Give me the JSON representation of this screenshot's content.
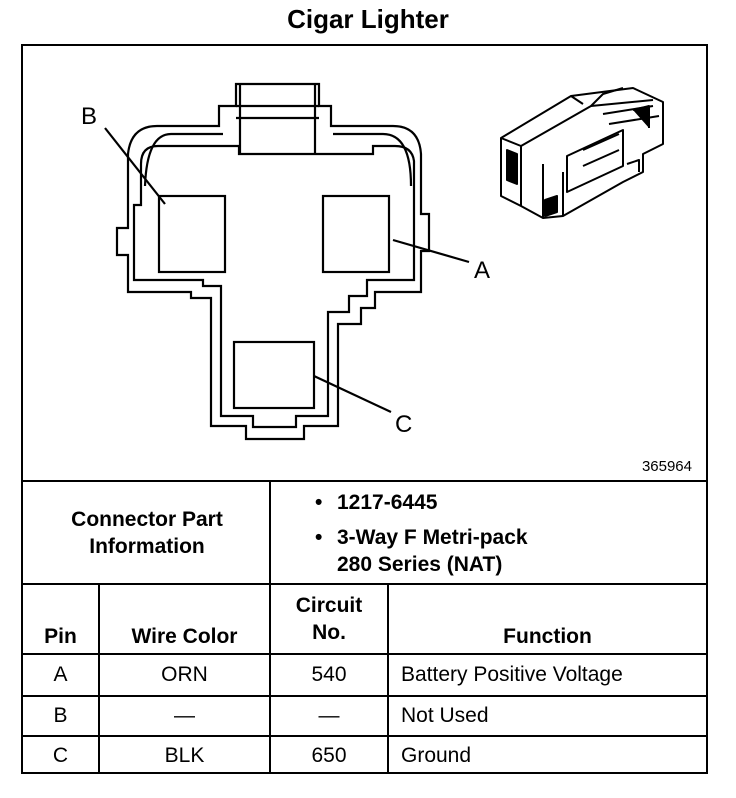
{
  "title": "Cigar Lighter",
  "diagram": {
    "pin_labels": {
      "a": "A",
      "b": "B",
      "c": "C"
    },
    "figure_id": "365964"
  },
  "connector_info": {
    "label": "Connector Part Information",
    "part_number": "1217-6445",
    "description_line1": "3-Way F Metri-pack",
    "description_line2": "280 Series (NAT)"
  },
  "table": {
    "headers": {
      "pin": "Pin",
      "wire_color": "Wire Color",
      "circuit_line1": "Circuit",
      "circuit_line2": "No.",
      "function": "Function"
    },
    "rows": [
      {
        "pin": "A",
        "wire_color": "ORN",
        "circuit": "540",
        "function": "Battery Positive Voltage"
      },
      {
        "pin": "B",
        "wire_color": "—",
        "circuit": "—",
        "function": "Not Used"
      },
      {
        "pin": "C",
        "wire_color": "BLK",
        "circuit": "650",
        "function": "Ground"
      }
    ]
  }
}
